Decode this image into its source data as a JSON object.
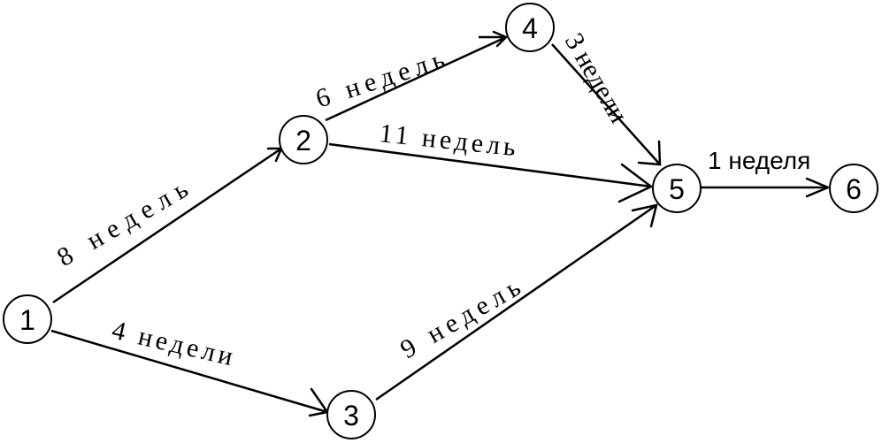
{
  "nodes": [
    {
      "id": "1",
      "label": "1"
    },
    {
      "id": "2",
      "label": "2"
    },
    {
      "id": "3",
      "label": "3"
    },
    {
      "id": "4",
      "label": "4"
    },
    {
      "id": "5",
      "label": "5"
    },
    {
      "id": "6",
      "label": "6"
    }
  ],
  "edges": [
    {
      "from": "1",
      "to": "2",
      "label": "8 недель"
    },
    {
      "from": "1",
      "to": "3",
      "label": "4 недели"
    },
    {
      "from": "2",
      "to": "4",
      "label": "6 недель"
    },
    {
      "from": "2",
      "to": "5",
      "label": "11 недель"
    },
    {
      "from": "3",
      "to": "5",
      "label": "9 недель"
    },
    {
      "from": "4",
      "to": "5",
      "label": "3 недели"
    },
    {
      "from": "5",
      "to": "6",
      "label": "1 неделя"
    }
  ]
}
